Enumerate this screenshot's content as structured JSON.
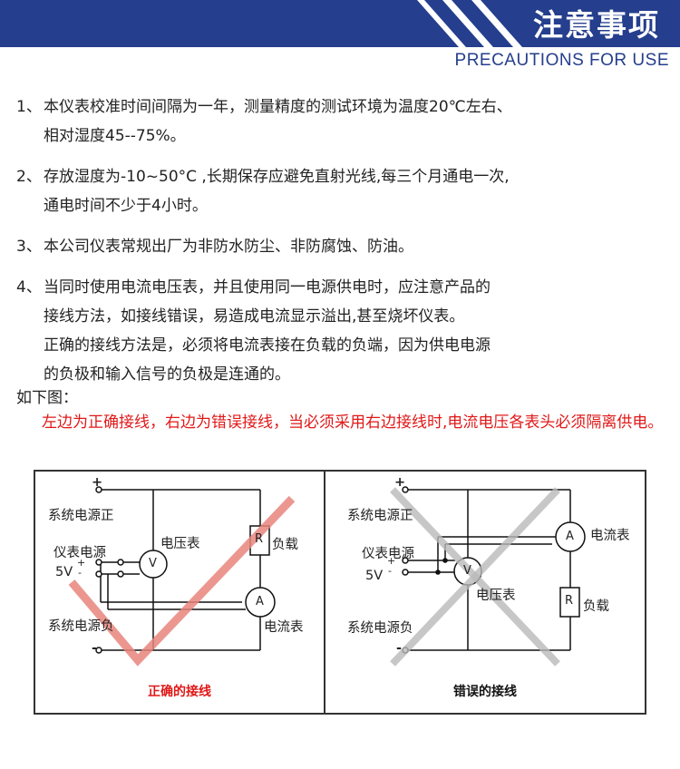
{
  "header": {
    "title": "注意事项",
    "subtitle": "PRECAUTIONS FOR USE",
    "colors": {
      "banner": "#253e8d",
      "stripe": "#ffffff"
    }
  },
  "items": [
    {
      "num": "1、",
      "text": "本仪表校准时间间隔为一年，测量精度的测试环境为温度20℃左右、\n相对湿度45--75%。"
    },
    {
      "num": "2、",
      "text": "存放湿度为-10~50°C ,长期保存应避免直射光线,每三个月通电一次,\n通电时间不少于4小时。"
    },
    {
      "num": "3、",
      "text": "本公司仪表常规出厂为非防水防尘、非防腐蚀、防油。"
    },
    {
      "num": "4、",
      "text": "当同时使用电流电压表，并且使用同一电源供电时，应注意产品的\n接线方法，如接线错误，易造成电流显示溢出,甚至烧坏仪表。\n正确的接线方法是，必须将电流表接在负载的负端，因为供电电源\n的负极和输入信号的负极是连通的。"
    }
  ],
  "below_label": "如下图：",
  "note": "左边为正确接线，右边为错误接线，当必须采用右边接线时,电流电压各表头必须隔离供电。",
  "colors": {
    "note": "#e01818",
    "check": "#e8857d",
    "cross": "#b9b9b9"
  },
  "diagrams": {
    "left": {
      "plus": "+",
      "minus": "-",
      "sys_pos": "系统电源正",
      "sys_neg": "系统电源负",
      "meter_power": "仪表电源",
      "volt_5v": "5V",
      "pin_plus": "+",
      "pin_minus": "-",
      "voltmeter": "电压表",
      "ammeter": "电流表",
      "load": "负载",
      "v_symbol": "V",
      "a_symbol": "A",
      "r_symbol": "R",
      "caption": "正确的接线",
      "mark": "check-icon"
    },
    "right": {
      "plus": "+",
      "minus": "-",
      "sys_pos": "系统电源正",
      "sys_neg": "系统电源负",
      "meter_power": "仪表电源",
      "volt_5v": "5V",
      "pin_plus": "+",
      "pin_minus": "-",
      "voltmeter": "电压表",
      "ammeter": "电流表",
      "load": "负载",
      "v_symbol": "V",
      "a_symbol": "A",
      "r_symbol": "R",
      "caption": "错误的接线",
      "mark": "cross-icon"
    }
  }
}
